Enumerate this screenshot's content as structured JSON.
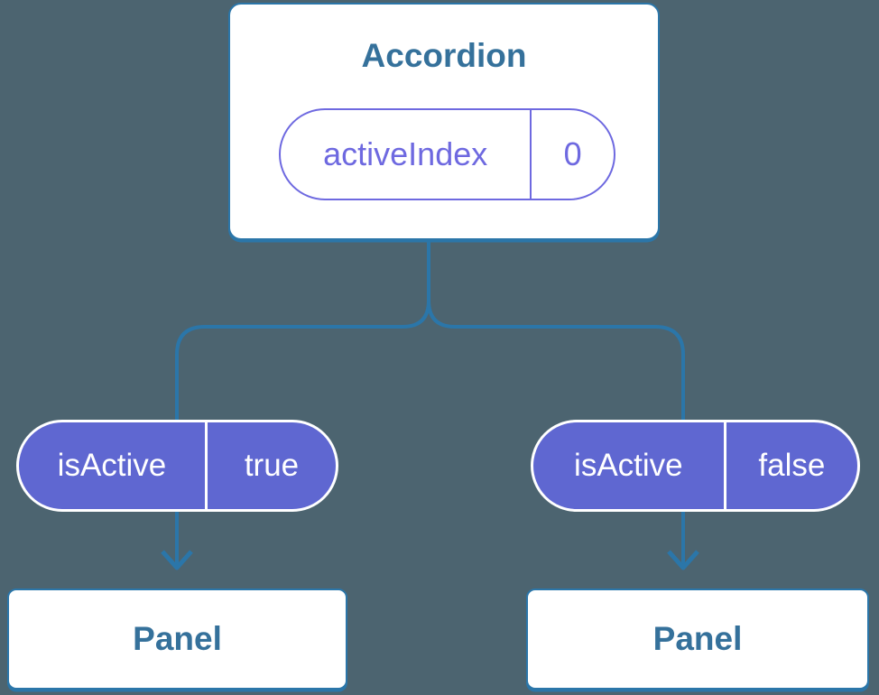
{
  "colors": {
    "background": "#4C6470",
    "line": "#2B76A9",
    "node-title": "#35719B",
    "card-bg": "#FFFFFF",
    "pill-purple": "#5F67D1",
    "pill-purple-text": "#FFFFFF",
    "prop-purple": "#6E69E0"
  },
  "tree": {
    "root": {
      "title": "Accordion",
      "state": {
        "name": "activeIndex",
        "value": "0"
      }
    },
    "children": [
      {
        "prop": {
          "name": "isActive",
          "value": "true"
        },
        "node": {
          "title": "Panel"
        }
      },
      {
        "prop": {
          "name": "isActive",
          "value": "false"
        },
        "node": {
          "title": "Panel"
        }
      }
    ]
  }
}
